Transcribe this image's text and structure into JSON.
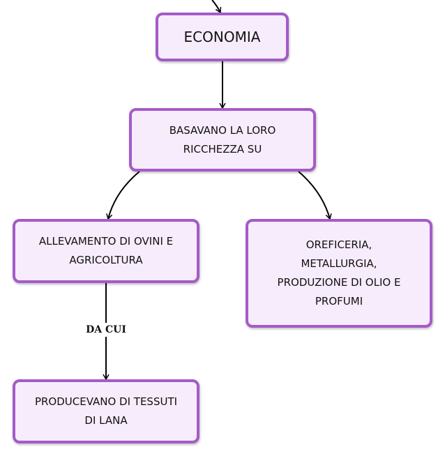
{
  "nodes": {
    "economia": "ECONOMIA",
    "basavano": [
      "BASAVANO LA LORO",
      "RICCHEZZA SU"
    ],
    "allevamento": [
      "ALLEVAMENTO DI OVINI E",
      "AGRICOLTURA"
    ],
    "oreficeria": [
      "OREFICERIA,",
      "METALLURGIA,",
      "PRODUZIONE DI OLIO E",
      "PROFUMI"
    ],
    "producevano": [
      "PRODUCEVANO DI TESSUTI",
      "DI LANA"
    ]
  },
  "links": {
    "da_cui": "DA CUI"
  },
  "colors": {
    "node_fill": "#f7ecfb",
    "node_border": "#a45bc9",
    "connector": "#000000"
  }
}
